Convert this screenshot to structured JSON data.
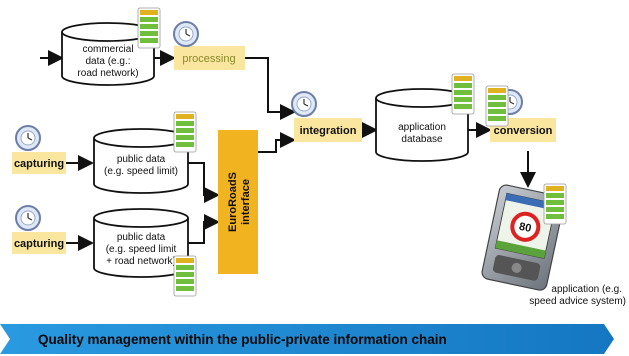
{
  "nodes": {
    "commercial": [
      "commercial",
      "data (e.g.:",
      "road network)"
    ],
    "processing": "processing",
    "public1": [
      "public data",
      "(e.g. speed limit)"
    ],
    "public2": [
      "public data",
      "(e.g. speed limit",
      "+ road network)"
    ],
    "capturing1": "capturing",
    "capturing2": "capturing",
    "interface": [
      "EuroRoadS",
      "interface"
    ],
    "integration": "integration",
    "appdb": [
      "application",
      "database"
    ],
    "conversion": "conversion",
    "application": [
      "application (e.g.",
      "speed advice system)"
    ],
    "speed_sign": "80"
  },
  "banner": "Quality management within the public-private information chain",
  "colors": {
    "process_box": "#fbe6a0",
    "interface_box": "#f2b321",
    "banner": "#1f8fd8",
    "badge_green": "#6fbf3c",
    "cylinder": "#ffffff"
  },
  "icons": [
    "clock-icon",
    "quality-badge-icon",
    "pda-device-icon",
    "speed-sign-icon"
  ]
}
